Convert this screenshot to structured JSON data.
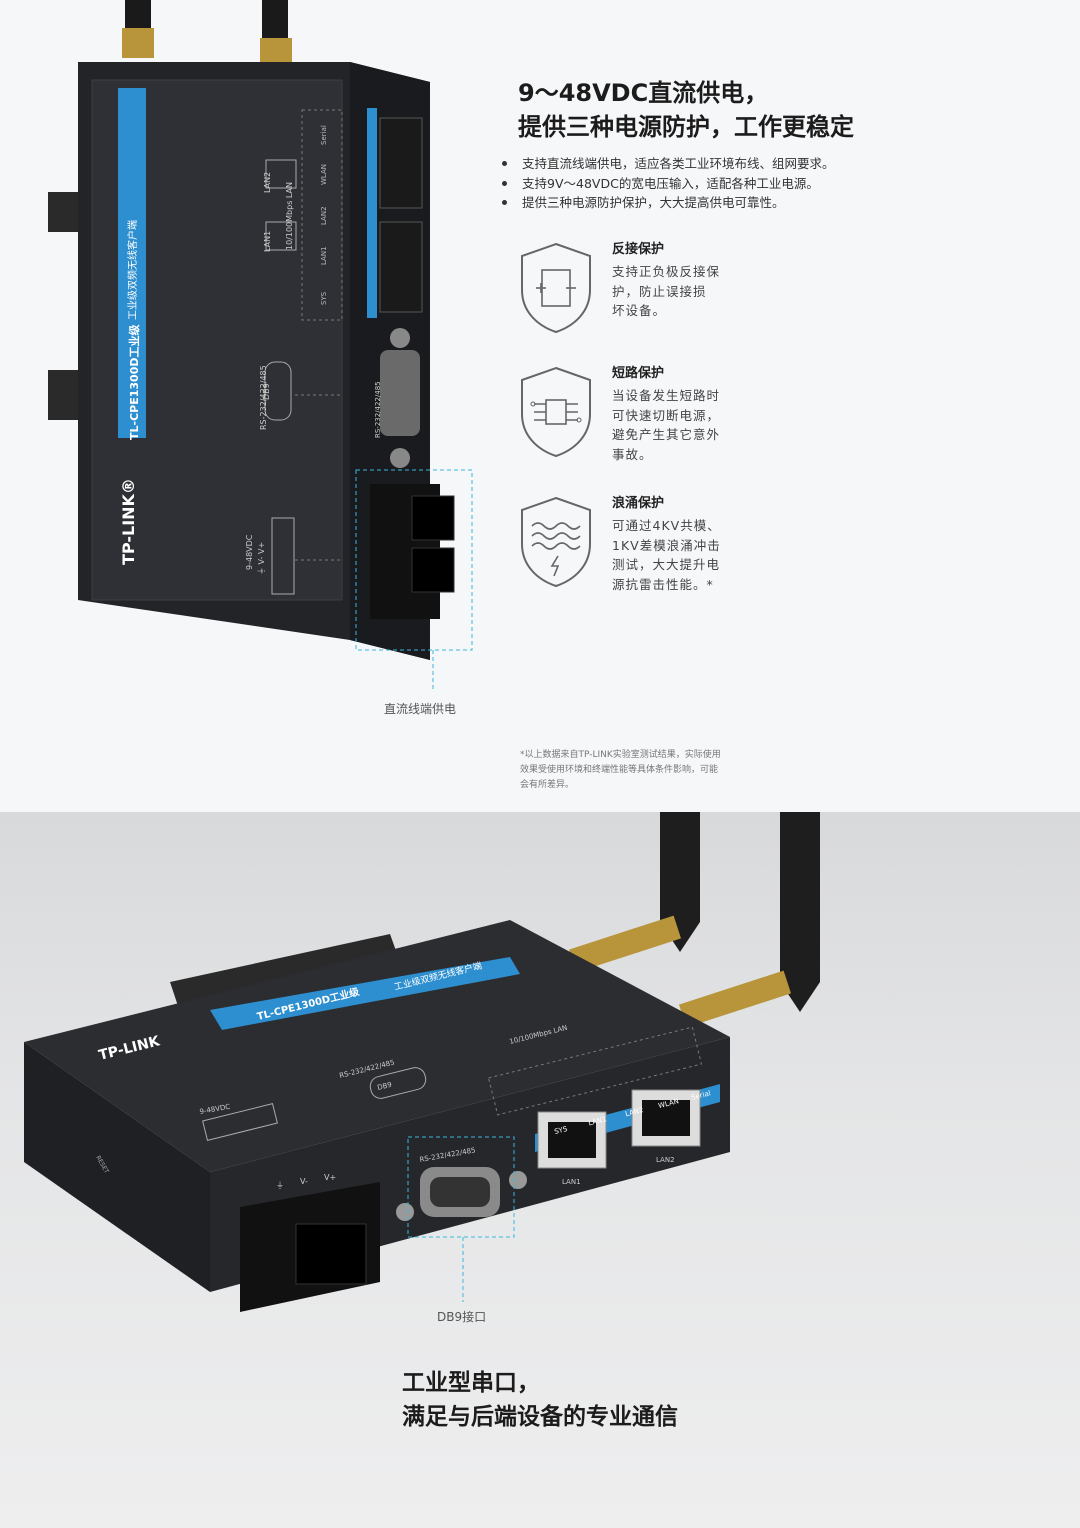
{
  "power_section": {
    "headline_line1": "9～48VDC直流供电，",
    "headline_line2": "提供三种电源防护，工作更稳定",
    "bullets": [
      "支持直流线端供电，适应各类工业环境布线、组网要求。",
      "支持9V～48VDC的宽电压输入，适配各种工业电源。",
      "提供三种电源防护保护，大大提高供电可靠性。"
    ],
    "features": [
      {
        "title": "反接保护",
        "lines": [
          "支持正负极反接保",
          "护，防止误接损",
          "坏设备。"
        ],
        "icon": "reverse-connection-icon"
      },
      {
        "title": "短路保护",
        "lines": [
          "当设备发生短路时",
          "可快速切断电源，",
          "避免产生其它意外",
          "事故。"
        ],
        "icon": "circuit-icon"
      },
      {
        "title": "浪涌保护",
        "lines": [
          "可通过4KV共模、",
          "1KV差模浪涌冲击",
          "测试，大大提升电",
          "源抗雷击性能。*"
        ],
        "icon": "surge-wave-icon"
      }
    ],
    "dc_caption": "直流线端供电",
    "disclaimer_lines": [
      "*以上数据来自TP-LINK实验室测试结果，实际使用",
      "效果受使用环境和终端性能等具体条件影响，可能",
      "会有所差异。"
    ]
  },
  "device_top": {
    "brand": "TP-LINK®",
    "model": "TL-CPE1300D工业级",
    "subtitle": "工业级双频无线客户端",
    "lan_group": "10/100Mbps LAN",
    "lan1": "LAN1",
    "lan2": "LAN2",
    "db9_label": "RS-232/422/485",
    "db9": "DB9",
    "power_label": "9-48VDC",
    "power_pins": "⏚ V- V+",
    "led_labels": [
      "SYS",
      "LAN1",
      "LAN2",
      "WLAN",
      "Serial"
    ],
    "side_rs": "RS-232/422/485"
  },
  "serial_section": {
    "db9_caption": "DB9接口",
    "headline_line1": "工业型串口，",
    "headline_line2": "满足与后端设备的专业通信"
  },
  "device_bottom": {
    "brand": "TP-LINK",
    "model": "TL-CPE1300D工业级",
    "subtitle": "工业级双频无线客户端",
    "lan_group": "10/100Mbps LAN",
    "db9_label": "RS-232/422/485",
    "db9": "DB9",
    "power_label": "9-48VDC",
    "port_rs": "RS-232/422/485",
    "lan1": "LAN1",
    "lan2": "LAN2",
    "reset": "RESET",
    "pins": [
      "⏚",
      "V-",
      "V+"
    ],
    "led_labels": [
      "SYS",
      "LAN1",
      "LAN2",
      "WLAN",
      "Serial"
    ]
  },
  "colors": {
    "accent_blue": "#2d8fd0",
    "device_body": "#2b2d31",
    "cyan_dash": "#3bb6e0"
  }
}
